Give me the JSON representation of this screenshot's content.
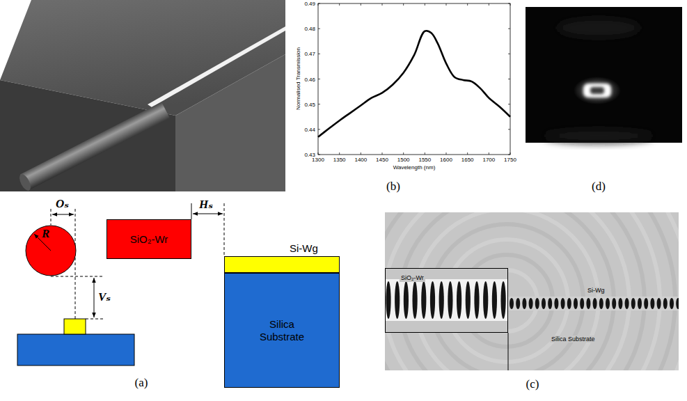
{
  "diagram": {
    "nodes": [
      {
        "text": [
          "R"
        ]
      },
      {
        "text": [
          "SiO₂-Wr"
        ]
      },
      {
        "text": [
          "Si-Wg"
        ]
      },
      {
        "text": [
          "Silica Substrate"
        ]
      },
      {
        "text": [
          "SiO₂-Wr"
        ]
      }
    ],
    "labels": [
      "Oₛ",
      "Vₛ",
      "Hₛ",
      "(a)",
      "0.49",
      "0.48",
      "0.47",
      "0.46",
      "0.45",
      "0.44",
      "0.43",
      "1300",
      "1350",
      "1400",
      "1450",
      "1500",
      "1550",
      "1600",
      "1650",
      "1700",
      "1750",
      "Normalised Transmission",
      "Wavelength (nm)",
      "(b)",
      "Si-Wg",
      "Silica Substrate",
      "(c)",
      "(d)"
    ]
  }
}
